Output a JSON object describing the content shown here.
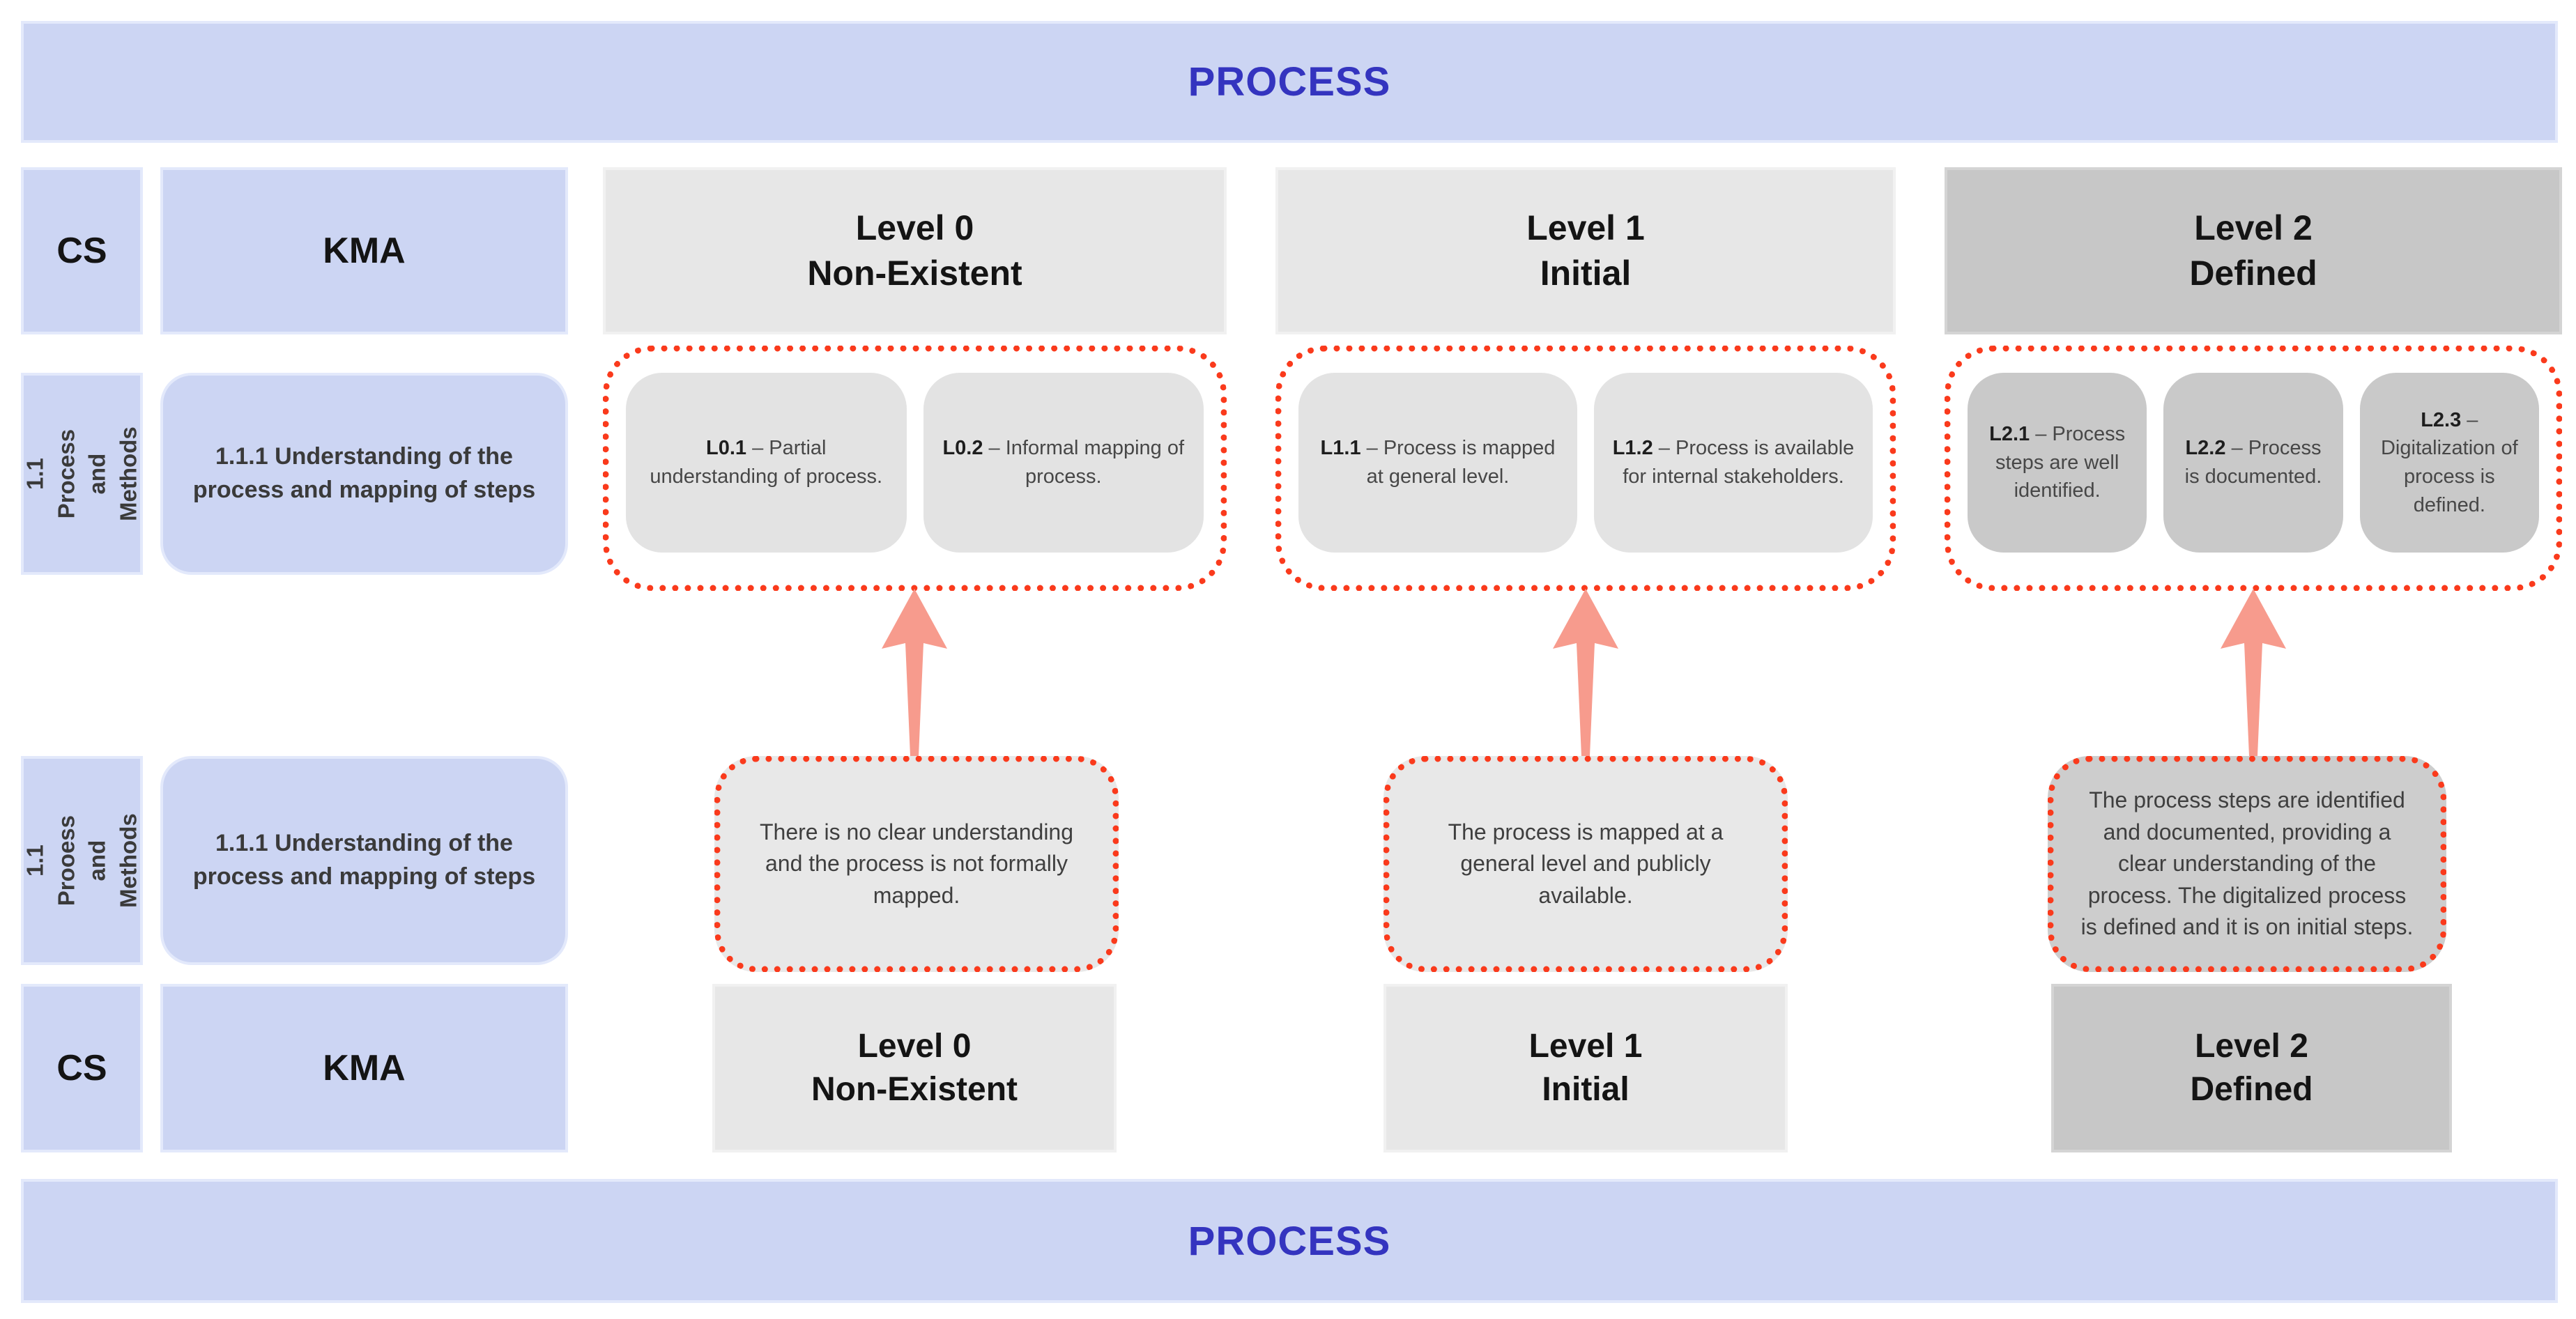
{
  "banners": {
    "top": "PROCESS",
    "bottom": "PROCESS"
  },
  "colors": {
    "lavender_fill": "#ccd5f3",
    "banner_text_blue": "#3434bf",
    "header_gray_light": "#e7e7e7",
    "header_gray_dark": "#c7c7c7",
    "dotted_border_red": "#fa3a1c",
    "arrow_salmon": "#f79b8d"
  },
  "header_row": {
    "cs": "CS",
    "kma": "KMA",
    "levels": [
      {
        "title": "Level 0",
        "subtitle": "Non-Existent"
      },
      {
        "title": "Level 1",
        "subtitle": "Initial"
      },
      {
        "title": "Level 2",
        "subtitle": "Defined"
      }
    ]
  },
  "row1": {
    "cs_label": "1.1 Process and Methods",
    "kma_label": "1.1.1 Understanding of the process and mapping of steps",
    "columns": [
      {
        "cards": [
          {
            "code": "L0.1",
            "text": "– Partial understanding of process."
          },
          {
            "code": "L0.2",
            "text": "– Informal mapping of process."
          }
        ]
      },
      {
        "cards": [
          {
            "code": "L1.1",
            "text": "– Process is mapped at general level."
          },
          {
            "code": "L1.2",
            "text": "– Process is available for internal stakeholders."
          }
        ]
      },
      {
        "cards": [
          {
            "code": "L2.1",
            "text": "– Process steps are well identified."
          },
          {
            "code": "L2.2",
            "text": "– Process is documented."
          },
          {
            "code": "L2.3",
            "text": "– Digitalization of process is defined."
          }
        ]
      }
    ]
  },
  "row2": {
    "cs_label": "1.1 Prooess and Methods",
    "kma_label": "1.1.1 Understanding of the process and mapping of steps",
    "descriptions": [
      "There is no clear understanding and the process is not formally mapped.",
      "The process is mapped at a general level and publicly available.",
      "The process steps are identified and documented, providing a clear understanding of the process. The digitalized process is defined and it is on initial steps."
    ]
  },
  "bottom_row": {
    "cs": "CS",
    "kma": "KMA",
    "levels": [
      {
        "title": "Level 0",
        "subtitle": "Non-Existent"
      },
      {
        "title": "Level 1",
        "subtitle": "Initial"
      },
      {
        "title": "Level 2",
        "subtitle": "Defined"
      }
    ]
  }
}
